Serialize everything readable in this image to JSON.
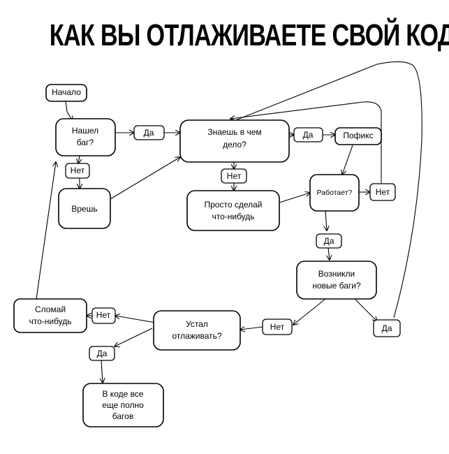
{
  "title": "КАК ВЫ ОТЛАЖИВАЕТЕ СВОЙ КОД",
  "nodes": {
    "start": "Начало",
    "found_bug": [
      "Нашел",
      "баг?"
    ],
    "lie": "Врешь",
    "know_what": [
      "Знаешь в чем",
      "дело?"
    ],
    "do_something": [
      "Просто сделай",
      "что-нибудь"
    ],
    "fix": "Пофикс",
    "works": "Работает?",
    "new_bugs": [
      "Возникли",
      "новые баги?"
    ],
    "tired": [
      "Устал",
      "отлаживать?"
    ],
    "break_something": [
      "Сломай",
      "что-нибудь"
    ],
    "still_bugs": [
      "В коде все",
      "еще полно",
      "багов"
    ]
  },
  "labels": {
    "yes": "Да",
    "no": "Нет"
  },
  "colors": {
    "ink": "#000000",
    "background": "#ffffff"
  }
}
